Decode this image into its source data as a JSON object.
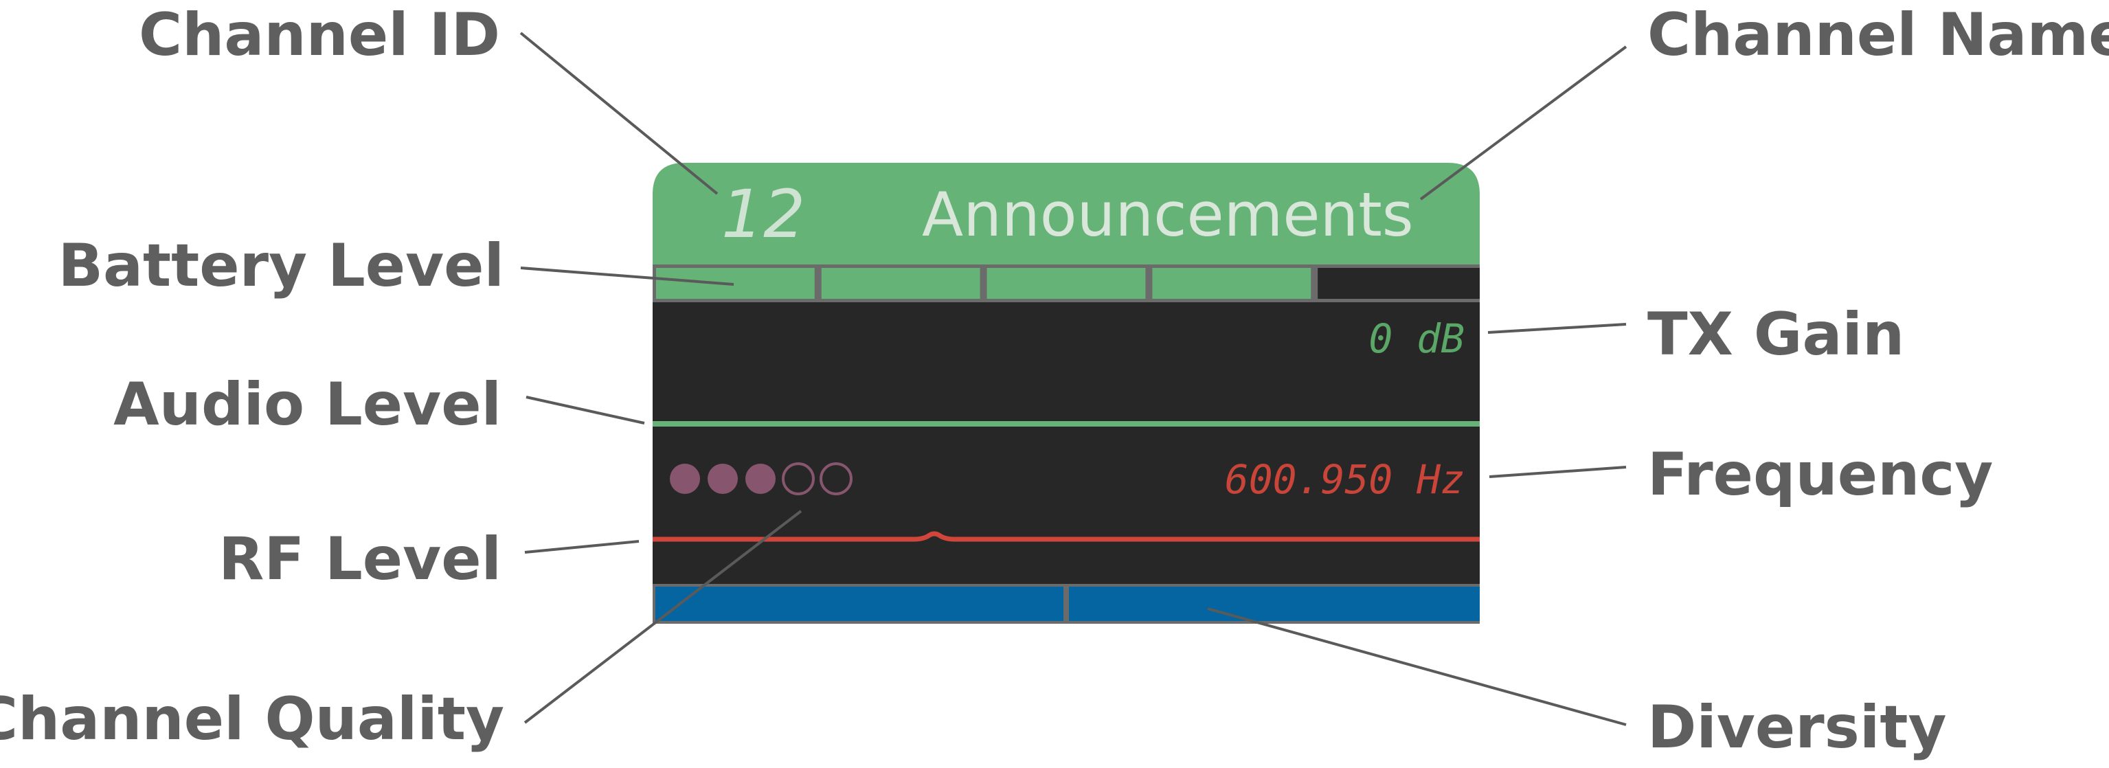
{
  "channel": {
    "id": "12",
    "name": "Announcements",
    "tx_gain": "0 dB",
    "frequency": "600.950 Hz",
    "battery_level": {
      "segments_total": 5,
      "segments_filled": 4
    },
    "channel_quality": {
      "dots_total": 5,
      "dots_filled": 3
    },
    "diversity": {
      "segments": 2
    }
  },
  "callouts": {
    "channel_id": "Channel ID",
    "channel_name": "Channel Name",
    "battery_level": "Battery Level",
    "tx_gain": "TX Gain",
    "audio_level": "Audio Level",
    "frequency": "Frequency",
    "rf_level": "RF Level",
    "channel_quality": "Channel Quality",
    "diversity": "Diversity"
  },
  "colors": {
    "header_green": "#66b377",
    "panel_dark": "#272727",
    "audio_green": "#66b377",
    "rf_red": "#d0463a",
    "quality_purple": "#87566e",
    "diversity_blue": "#0465a0",
    "tx_gain_text": "#5aa767",
    "frequency_text": "#c9453a",
    "callout_text": "#5f5f5f"
  }
}
